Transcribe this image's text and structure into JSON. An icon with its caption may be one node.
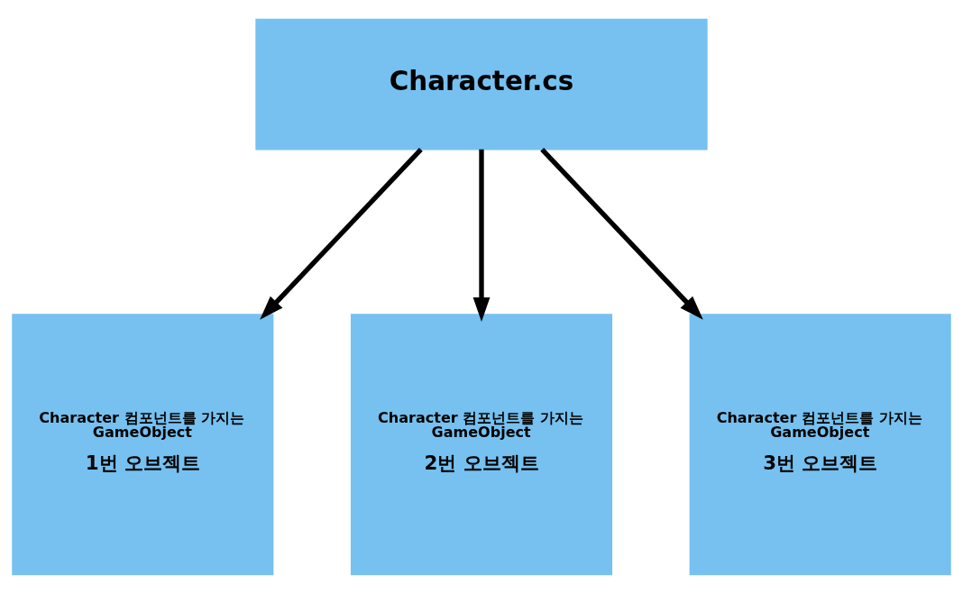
{
  "diagram": {
    "nodes": [
      {
        "text": [
          "Character.cs"
        ]
      },
      {
        "text": [
          "Character 컴포넌트를 가지는 GameObject",
          "1번 오브젝트"
        ]
      },
      {
        "text": [
          "Character 컴포넌트를 가지는 GameObject",
          "2번 오브젝트"
        ]
      },
      {
        "text": [
          "Character 컴포넌트를 가지는 GameObject",
          "3번 오브젝트"
        ]
      }
    ],
    "edges": [
      {
        "from": 0,
        "to": 1,
        "arrow": "to"
      },
      {
        "from": 0,
        "to": 2,
        "arrow": "to"
      },
      {
        "from": 0,
        "to": 3,
        "arrow": "to"
      }
    ]
  }
}
